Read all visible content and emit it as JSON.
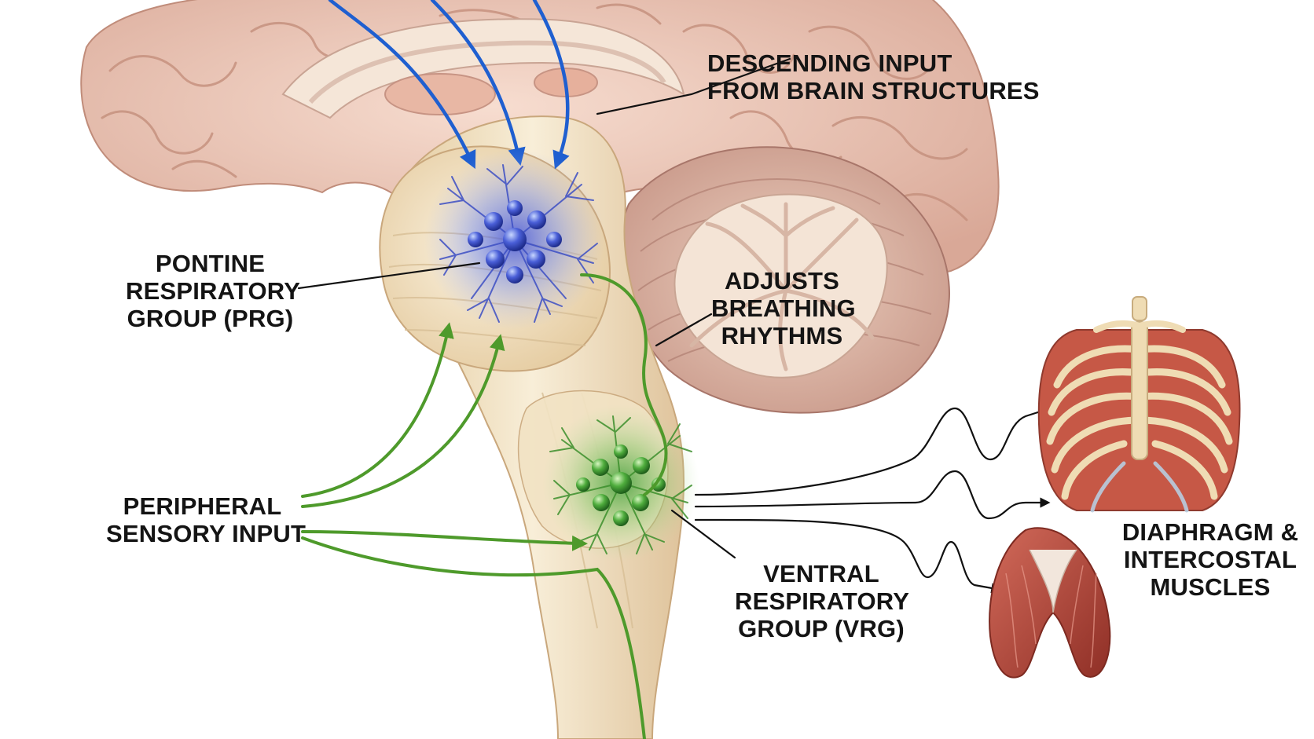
{
  "labels": {
    "descending": {
      "line1": "DESCENDING INPUT",
      "line2": "FROM BRAIN STRUCTURES"
    },
    "prg": {
      "line1": "PONTINE",
      "line2": "RESPIRATORY",
      "line3": "GROUP (PRG)"
    },
    "adjusts": {
      "line1": "ADJUSTS",
      "line2": "BREATHING",
      "line3": "RHYTHMS"
    },
    "peripheral": {
      "line1": "PERIPHERAL",
      "line2": "SENSORY INPUT"
    },
    "vrg": {
      "line1": "VENTRAL",
      "line2": "RESPIRATORY",
      "line3": "GROUP (VRG)"
    },
    "muscles": {
      "line1": "DIAPHRAGM &",
      "line2": "INTERCOSTAL",
      "line3": "MUSCLES"
    }
  },
  "colors": {
    "background": "#ffffff",
    "brain_tissue": "#ecc9ba",
    "brainstem": "#f1e2c5",
    "cerebellum": "#dcb6a4",
    "descending_arrows": "#1f5fd0",
    "sensory_pathways": "#4e9a2b",
    "prg_cluster": "#4a58c8",
    "vrg_cluster": "#3f9e3a",
    "motor_signals": "#111111",
    "muscle": "#b4483c",
    "bone": "#efdcb4"
  },
  "icons": [
    "brain-icon",
    "brainstem-icon",
    "cerebellum-icon",
    "neuron-cluster-icon",
    "ribcage-icon",
    "diaphragm-icon"
  ]
}
